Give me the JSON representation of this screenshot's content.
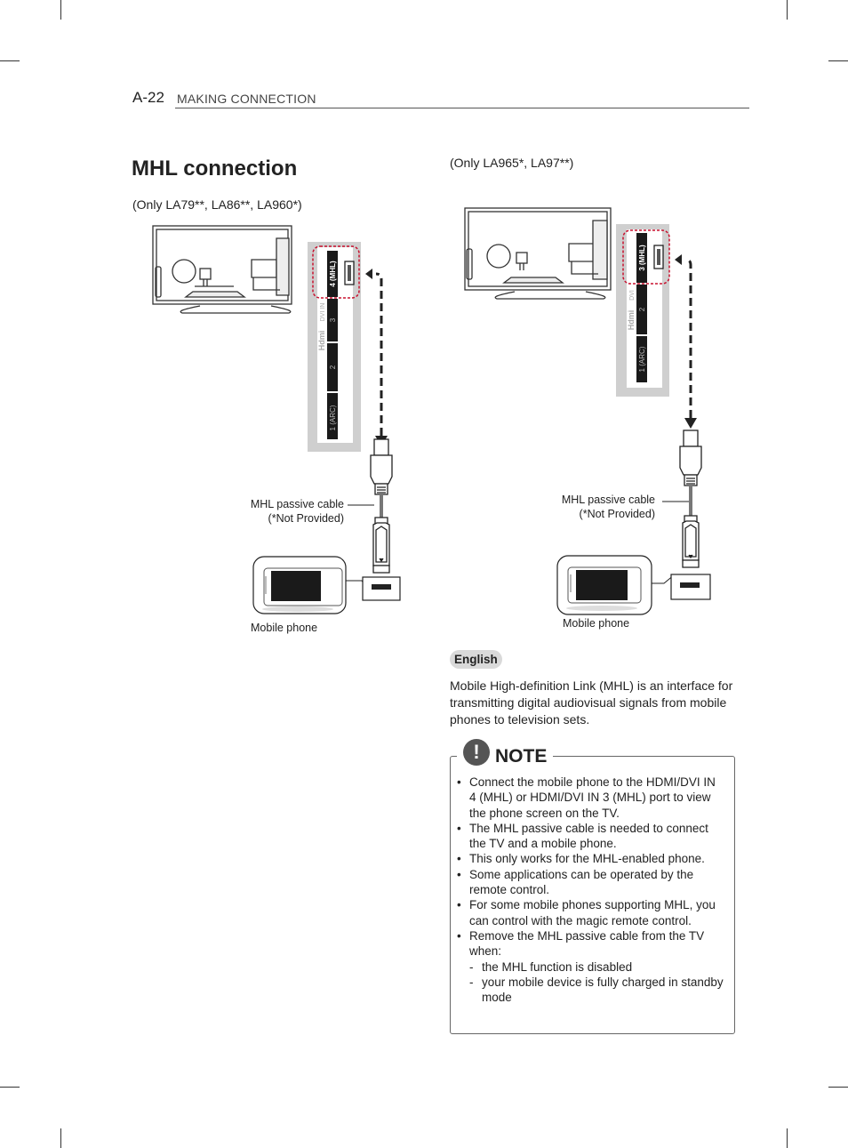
{
  "header": {
    "page_number": "A-22",
    "section": "MAKING CONNECTION"
  },
  "title": "MHL connection",
  "left_figure": {
    "models": "(Only LA79**, LA86**, LA960*)",
    "ports": [
      "4 (MHL)",
      "3",
      "2",
      "1 (ARC)"
    ],
    "port_group_label": "DVI IN",
    "cable_label_line1": "MHL passive cable",
    "cable_label_line2": "(*Not Provided)",
    "phone_label": "Mobile phone"
  },
  "right_figure": {
    "models": "(Only LA965*, LA97**)",
    "ports": [
      "3  (MHL)",
      "2",
      "1 (ARC)"
    ],
    "port_group_label": "DVI",
    "cable_label_line1": "MHL passive cable",
    "cable_label_line2": "(*Not Provided)",
    "phone_label": "Mobile phone"
  },
  "language_badge": "English",
  "intro": "Mobile High-definition Link (MHL) is an interface for transmitting digital audiovisual signals from mobile phones to television sets.",
  "note": {
    "icon": "exclamation-icon",
    "title": "NOTE",
    "items": [
      "Connect the mobile phone to the HDMI/DVI IN 4 (MHL) or HDMI/DVI IN 3 (MHL) port to view the phone screen on the TV.",
      "The MHL passive cable is needed to connect the TV and a mobile phone.",
      "This only works for the MHL-enabled phone.",
      "Some applications can be operated by the remote control.",
      "For some mobile phones supporting MHL, you can control with the magic remote control.",
      "Remove the MHL passive cable from the TV when:"
    ],
    "sub_items": [
      "the MHL function is disabled",
      "your mobile device is fully charged in standby mode"
    ]
  },
  "colors": {
    "highlight_dash": "#c8102e",
    "panel_gray": "#cfcfcf",
    "port_black": "#1a1a1a",
    "text": "#222222"
  }
}
